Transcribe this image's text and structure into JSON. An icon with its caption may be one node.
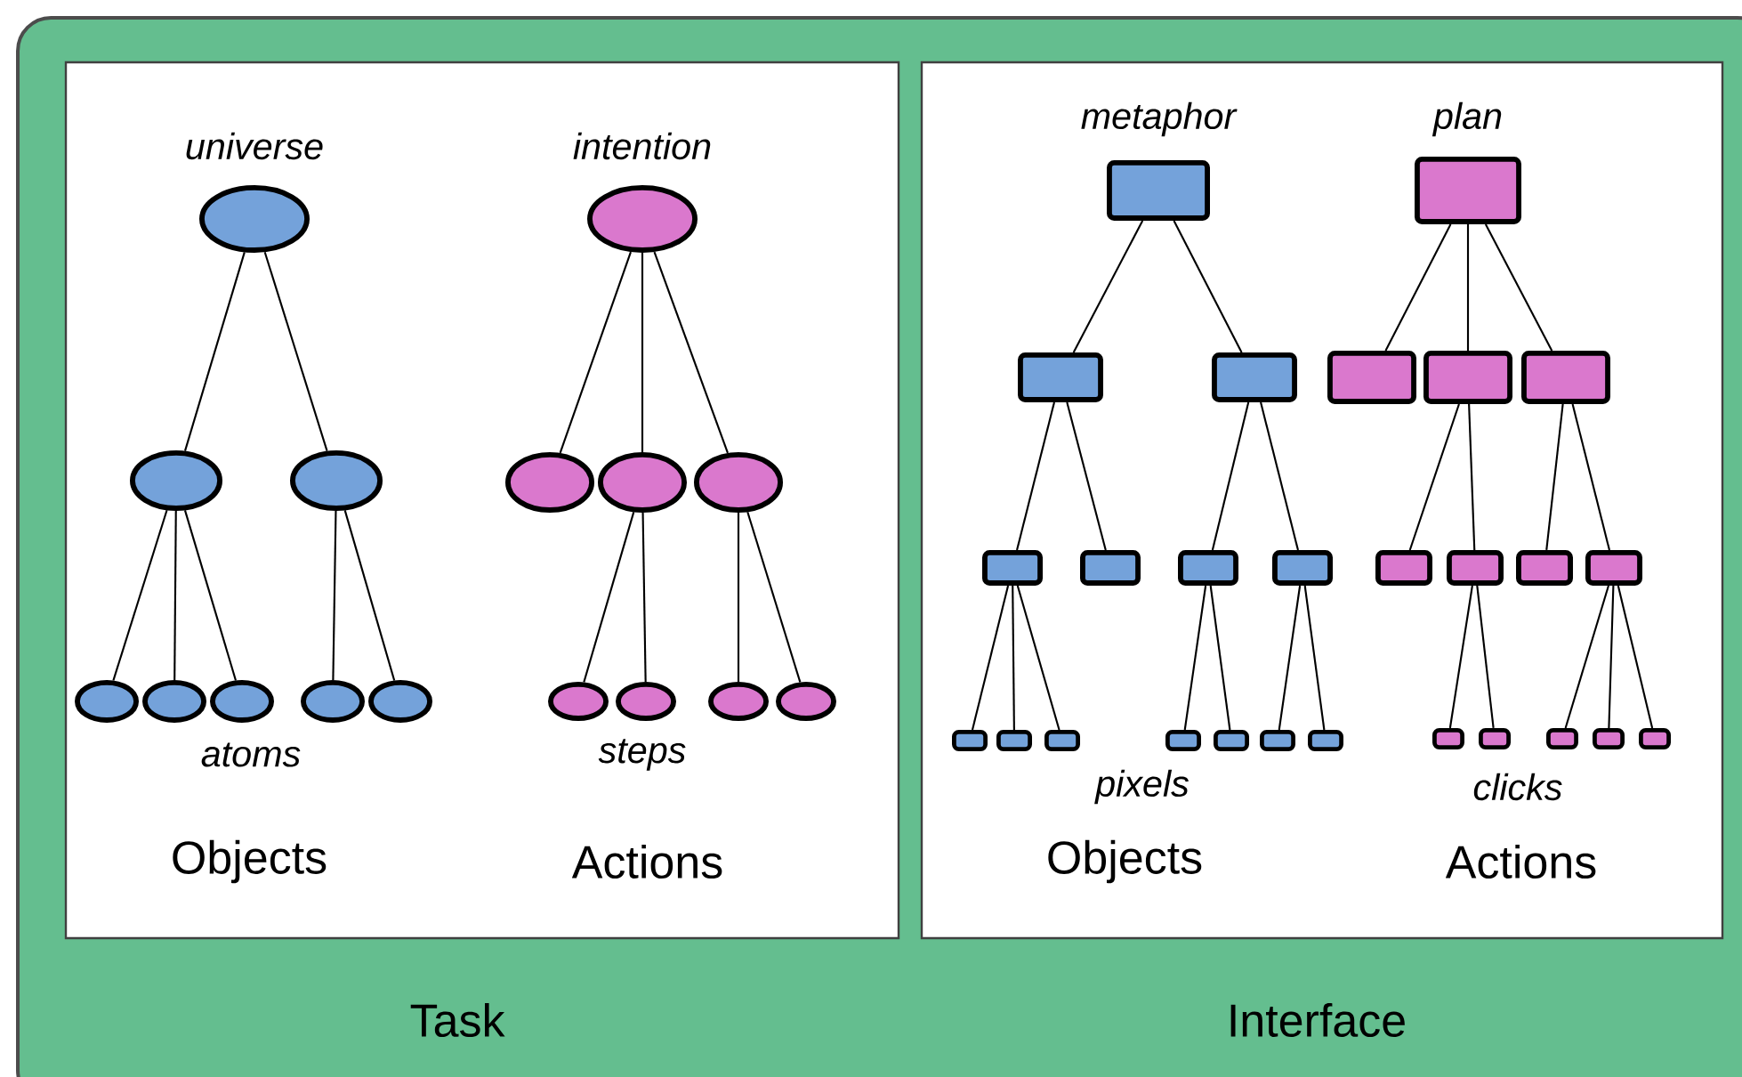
{
  "diagram": {
    "nodes": [
      {
        "text": [
          "Objects",
          "Actions",
          "Task"
        ]
      },
      {
        "text": [
          "Objects",
          "Actions",
          "Interface"
        ]
      },
      {
        "text": [],
        "shape": "ellipse",
        "in": 0,
        "beside": [
          "universe"
        ]
      },
      {
        "text": [],
        "shape": "ellipse",
        "in": 0
      },
      {
        "text": [],
        "shape": "ellipse",
        "in": 0
      },
      {
        "text": [],
        "shape": "ellipse",
        "in": 0
      },
      {
        "text": [],
        "shape": "ellipse",
        "in": 0
      },
      {
        "text": [],
        "shape": "ellipse",
        "in": 0
      },
      {
        "text": [],
        "shape": "ellipse",
        "in": 0
      },
      {
        "text": [],
        "shape": "ellipse",
        "in": 0
      },
      {
        "text": [],
        "shape": "ellipse",
        "in": 0,
        "beside": [
          "intention"
        ]
      },
      {
        "text": [],
        "shape": "ellipse",
        "in": 0
      },
      {
        "text": [],
        "shape": "ellipse",
        "in": 0
      },
      {
        "text": [],
        "shape": "ellipse",
        "in": 0
      },
      {
        "text": [],
        "shape": "ellipse",
        "in": 0
      },
      {
        "text": [],
        "shape": "ellipse",
        "in": 0
      },
      {
        "text": [],
        "shape": "ellipse",
        "in": 0
      },
      {
        "text": [],
        "shape": "ellipse",
        "in": 0
      },
      {
        "text": [],
        "shape": "box",
        "in": 1,
        "beside": [
          "metaphor"
        ]
      },
      {
        "text": [],
        "shape": "box",
        "in": 1
      },
      {
        "text": [],
        "shape": "box",
        "in": 1
      },
      {
        "text": [],
        "shape": "box",
        "in": 1
      },
      {
        "text": [],
        "shape": "box",
        "in": 1
      },
      {
        "text": [],
        "shape": "box",
        "in": 1
      },
      {
        "text": [],
        "shape": "box",
        "in": 1
      },
      {
        "text": [],
        "shape": "box",
        "in": 1
      },
      {
        "text": [],
        "shape": "box",
        "in": 1
      },
      {
        "text": [],
        "shape": "box",
        "in": 1
      },
      {
        "text": [],
        "shape": "box",
        "in": 1
      },
      {
        "text": [],
        "shape": "box",
        "in": 1
      },
      {
        "text": [],
        "shape": "box",
        "in": 1
      },
      {
        "text": [],
        "shape": "box",
        "in": 1
      },
      {
        "text": [],
        "shape": "box",
        "in": 1,
        "beside": [
          "plan"
        ]
      },
      {
        "text": [],
        "shape": "box",
        "in": 1
      },
      {
        "text": [],
        "shape": "box",
        "in": 1
      },
      {
        "text": [],
        "shape": "box",
        "in": 1
      },
      {
        "text": [],
        "shape": "box",
        "in": 1
      },
      {
        "text": [],
        "shape": "box",
        "in": 1
      },
      {
        "text": [],
        "shape": "box",
        "in": 1
      },
      {
        "text": [],
        "shape": "box",
        "in": 1
      },
      {
        "text": [],
        "shape": "box",
        "in": 1
      },
      {
        "text": [],
        "shape": "box",
        "in": 1
      },
      {
        "text": [],
        "shape": "box",
        "in": 1
      },
      {
        "text": [],
        "shape": "box",
        "in": 1
      },
      {
        "text": [],
        "shape": "box",
        "in": 1
      }
    ],
    "edges": [
      {
        "from": 2,
        "to": 3,
        "arrow": "none"
      },
      {
        "from": 2,
        "to": 4,
        "arrow": "none"
      },
      {
        "from": 3,
        "to": 5,
        "arrow": "none"
      },
      {
        "from": 3,
        "to": 6,
        "arrow": "none"
      },
      {
        "from": 3,
        "to": 7,
        "arrow": "none"
      },
      {
        "from": 4,
        "to": 8,
        "arrow": "none"
      },
      {
        "from": 4,
        "to": 9,
        "arrow": "none"
      },
      {
        "from": 10,
        "to": 11,
        "arrow": "none"
      },
      {
        "from": 10,
        "to": 12,
        "arrow": "none"
      },
      {
        "from": 10,
        "to": 13,
        "arrow": "none"
      },
      {
        "from": 12,
        "to": 14,
        "arrow": "none"
      },
      {
        "from": 12,
        "to": 15,
        "arrow": "none"
      },
      {
        "from": 13,
        "to": 16,
        "arrow": "none"
      },
      {
        "from": 13,
        "to": 17,
        "arrow": "none"
      },
      {
        "from": 18,
        "to": 19,
        "arrow": "none"
      },
      {
        "from": 18,
        "to": 20,
        "arrow": "none"
      },
      {
        "from": 19,
        "to": 21,
        "arrow": "none"
      },
      {
        "from": 19,
        "to": 22,
        "arrow": "none"
      },
      {
        "from": 20,
        "to": 23,
        "arrow": "none"
      },
      {
        "from": 20,
        "to": 24,
        "arrow": "none"
      },
      {
        "from": 21,
        "to": 25,
        "arrow": "none"
      },
      {
        "from": 21,
        "to": 26,
        "arrow": "none"
      },
      {
        "from": 21,
        "to": 27,
        "arrow": "none"
      },
      {
        "from": 23,
        "to": 28,
        "arrow": "none"
      },
      {
        "from": 23,
        "to": 29,
        "arrow": "none"
      },
      {
        "from": 24,
        "to": 30,
        "arrow": "none"
      },
      {
        "from": 24,
        "to": 31,
        "arrow": "none"
      },
      {
        "from": 32,
        "to": 33,
        "arrow": "none"
      },
      {
        "from": 32,
        "to": 34,
        "arrow": "none"
      },
      {
        "from": 32,
        "to": 35,
        "arrow": "none"
      },
      {
        "from": 34,
        "to": 36,
        "arrow": "none"
      },
      {
        "from": 34,
        "to": 37,
        "arrow": "none"
      },
      {
        "from": 35,
        "to": 38,
        "arrow": "none"
      },
      {
        "from": 35,
        "to": 39,
        "arrow": "none"
      },
      {
        "from": 37,
        "to": 40,
        "arrow": "none"
      },
      {
        "from": 37,
        "to": 41,
        "arrow": "none"
      },
      {
        "from": 39,
        "to": 42,
        "arrow": "none"
      },
      {
        "from": 39,
        "to": 43,
        "arrow": "none"
      },
      {
        "from": 39,
        "to": 44,
        "arrow": "none"
      }
    ],
    "labels": [
      "atoms",
      "steps",
      "pixels",
      "clicks"
    ]
  }
}
